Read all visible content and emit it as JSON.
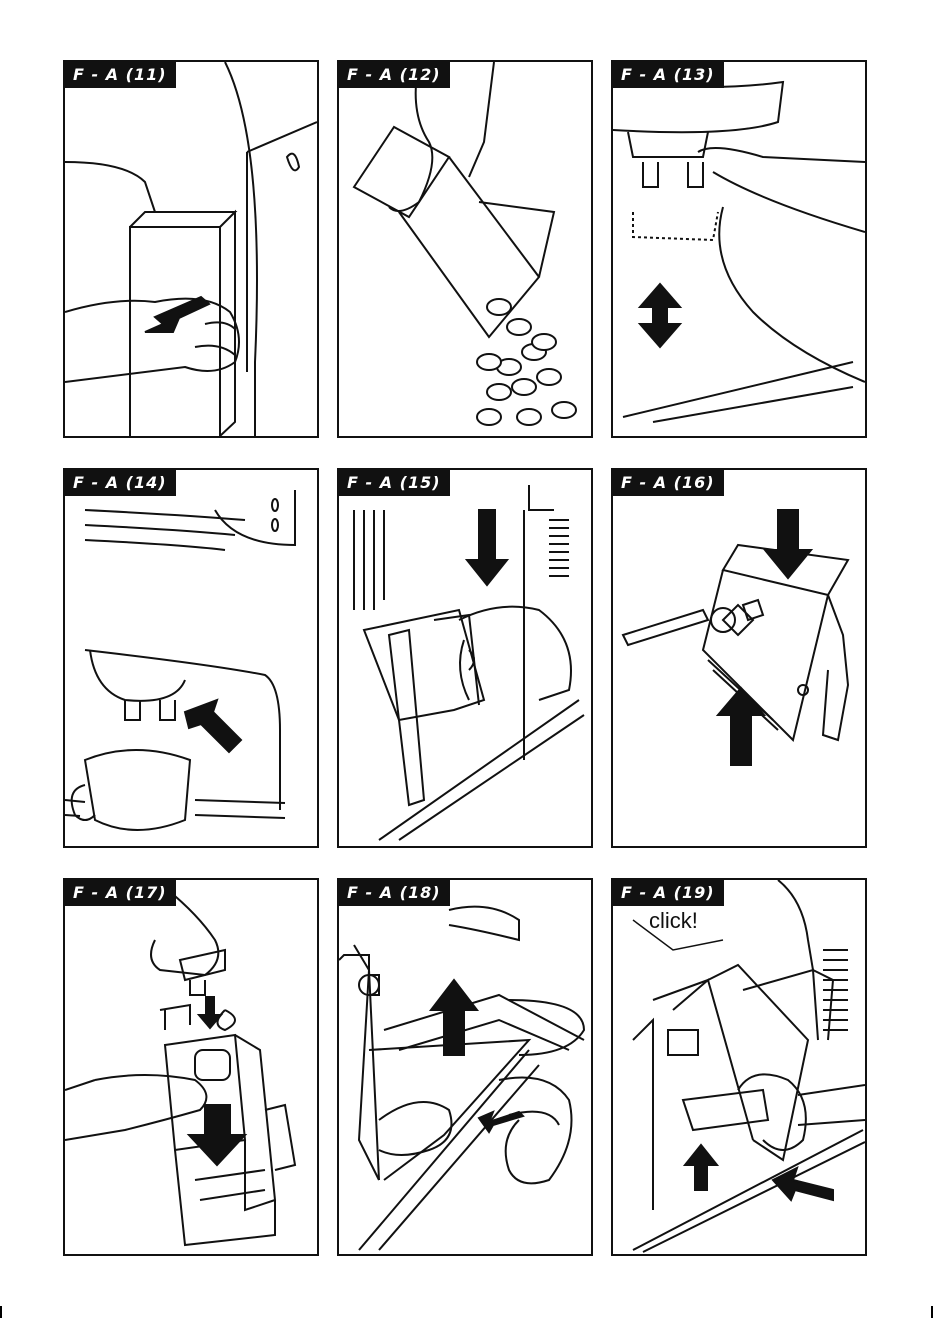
{
  "panels": [
    {
      "label": "F - A (11)"
    },
    {
      "label": "F - A (12)"
    },
    {
      "label": "F - A (13)"
    },
    {
      "label": "F - A (14)"
    },
    {
      "label": "F - A (15)"
    },
    {
      "label": "F - A (16)"
    },
    {
      "label": "F - A (17)"
    },
    {
      "label": "F - A (18)"
    },
    {
      "label": "F - A (19)",
      "callout": "click!"
    }
  ]
}
